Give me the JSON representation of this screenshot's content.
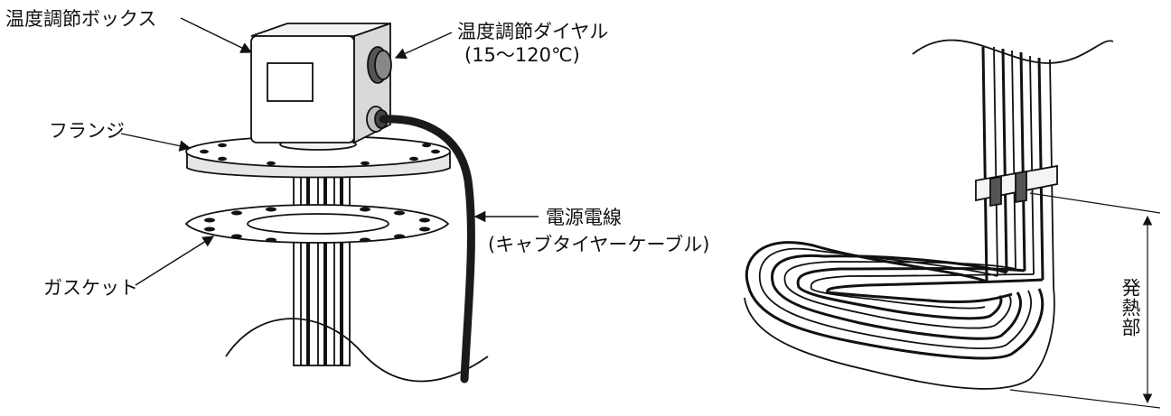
{
  "labels": {
    "control_box": "温度調節ボックス",
    "dial": "温度調節ダイヤル",
    "dial_range": "(15〜120℃)",
    "flange": "フランジ",
    "cable": "電源電線",
    "cable_type": "(キャブタイヤーケーブル)",
    "gasket": "ガスケット",
    "heating_section": "発熱部"
  },
  "colors": {
    "line": "#111111",
    "fill_light": "#ececec",
    "fill_mid": "#bdbdbd",
    "fill_dark": "#555555",
    "cable": "#1a1a1a"
  }
}
